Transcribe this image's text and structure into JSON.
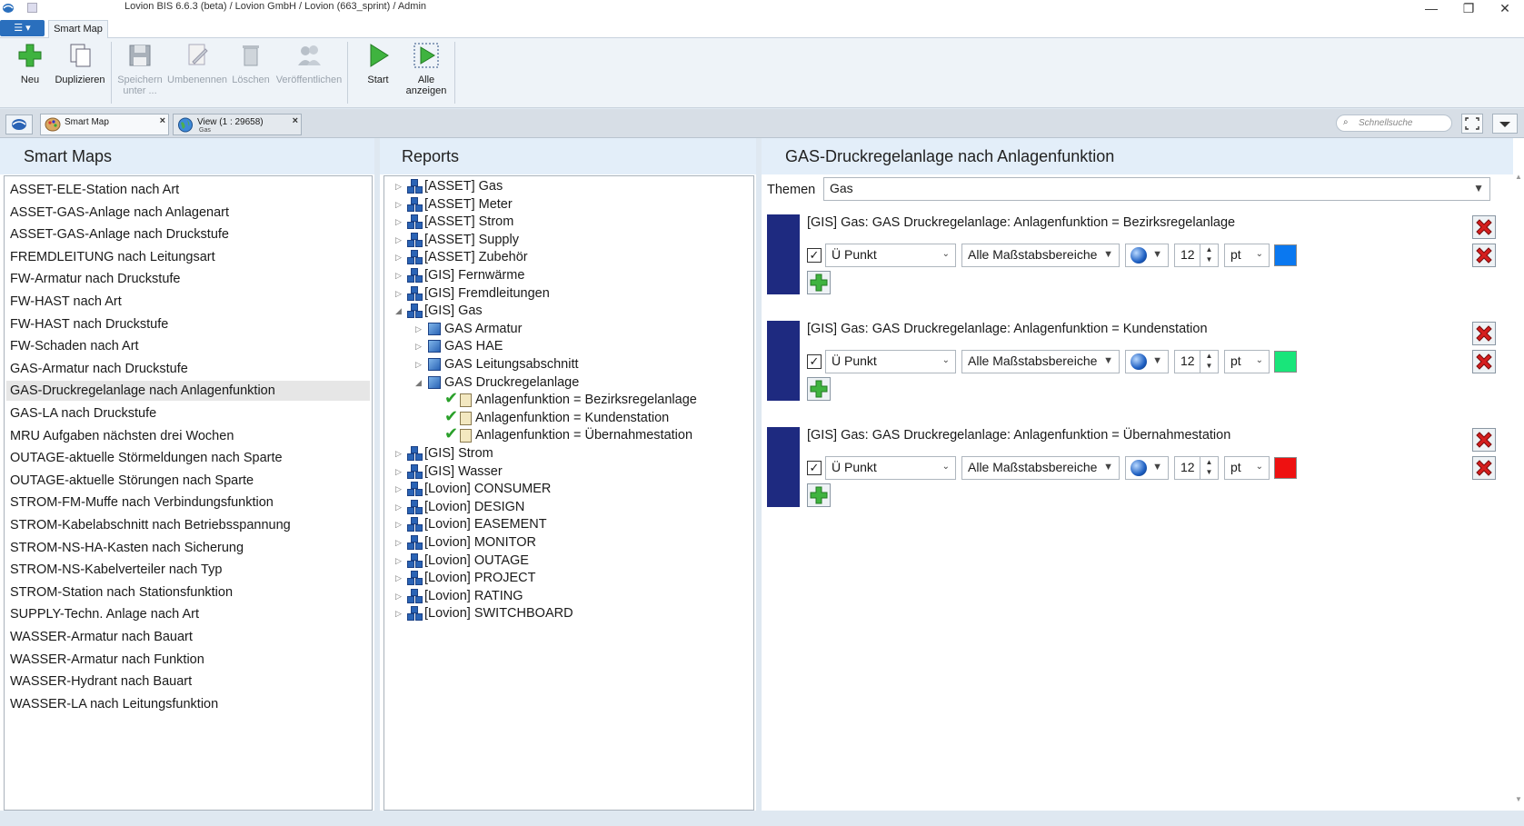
{
  "window": {
    "title": "Lovion BIS 6.6.3 (beta) / Lovion GmbH / Lovion (663_sprint) / Admin",
    "minimize": "—",
    "restore": "❐",
    "close": "✕"
  },
  "ribbon": {
    "app_menu": "☰ ▾",
    "tab": "Smart Map",
    "buttons": {
      "neu": "Neu",
      "duplizieren": "Duplizieren",
      "speichern_l1": "Speichern",
      "speichern_l2": "unter ...",
      "umbenennen": "Umbenennen",
      "loeschen": "Löschen",
      "veroeffentlichen": "Veröffentlichen",
      "start": "Start",
      "alle_l1": "Alle",
      "alle_l2": "anzeigen"
    }
  },
  "doctabs": {
    "tab1": "Smart Map",
    "tab2": "View (1 : 29658)",
    "tab2_sub": "Gas",
    "close": "×",
    "search_placeholder": "Schnellsuche"
  },
  "smart_maps": {
    "header": "Smart Maps",
    "items": [
      "ASSET-ELE-Station nach Art",
      "ASSET-GAS-Anlage nach Anlagenart",
      "ASSET-GAS-Anlage nach Druckstufe",
      "FREMDLEITUNG nach Leitungsart",
      "FW-Armatur nach Druckstufe",
      "FW-HAST nach Art",
      "FW-HAST nach Druckstufe",
      "FW-Schaden nach Art",
      "GAS-Armatur nach Druckstufe",
      "GAS-Druckregelanlage nach Anlagenfunktion",
      "GAS-LA nach Druckstufe",
      "MRU Aufgaben nächsten drei Wochen",
      "OUTAGE-aktuelle Störmeldungen nach Sparte",
      "OUTAGE-aktuelle Störungen nach Sparte",
      "STROM-FM-Muffe nach Verbindungsfunktion",
      "STROM-Kabelabschnitt nach Betriebsspannung",
      "STROM-NS-HA-Kasten nach Sicherung",
      "STROM-NS-Kabelverteiler nach Typ",
      "STROM-Station nach Stationsfunktion",
      "SUPPLY-Techn. Anlage nach Art",
      "WASSER-Armatur nach Bauart",
      "WASSER-Armatur nach Funktion",
      "WASSER-Hydrant nach Bauart",
      "WASSER-LA nach Leitungsfunktion"
    ],
    "selected_index": 9
  },
  "reports": {
    "header": "Reports",
    "nodes": [
      {
        "label": "[ASSET] Gas",
        "level": 0,
        "arrow": "▷"
      },
      {
        "label": "[ASSET] Meter",
        "level": 0,
        "arrow": "▷"
      },
      {
        "label": "[ASSET] Strom",
        "level": 0,
        "arrow": "▷"
      },
      {
        "label": "[ASSET] Supply",
        "level": 0,
        "arrow": "▷"
      },
      {
        "label": "[ASSET] Zubehör",
        "level": 0,
        "arrow": "▷"
      },
      {
        "label": "[GIS] Fernwärme",
        "level": 0,
        "arrow": "▷"
      },
      {
        "label": "[GIS] Fremdleitungen",
        "level": 0,
        "arrow": "▷"
      },
      {
        "label": "[GIS] Gas",
        "level": 0,
        "arrow": "◢"
      },
      {
        "label": "GAS Armatur",
        "level": 1,
        "arrow": "▷"
      },
      {
        "label": "GAS HAE",
        "level": 1,
        "arrow": "▷"
      },
      {
        "label": "GAS Leitungsabschnitt",
        "level": 1,
        "arrow": "▷"
      },
      {
        "label": "GAS Druckregelanlage",
        "level": 1,
        "arrow": "◢"
      },
      {
        "label": "Anlagenfunktion = Bezirksregelanlage",
        "level": 2,
        "arrow": ""
      },
      {
        "label": "Anlagenfunktion = Kundenstation",
        "level": 2,
        "arrow": ""
      },
      {
        "label": "Anlagenfunktion = Übernahmestation",
        "level": 2,
        "arrow": ""
      },
      {
        "label": "[GIS] Strom",
        "level": 0,
        "arrow": "▷"
      },
      {
        "label": "[GIS] Wasser",
        "level": 0,
        "arrow": "▷"
      },
      {
        "label": "[Lovion] CONSUMER",
        "level": 0,
        "arrow": "▷"
      },
      {
        "label": "[Lovion] DESIGN",
        "level": 0,
        "arrow": "▷"
      },
      {
        "label": "[Lovion] EASEMENT",
        "level": 0,
        "arrow": "▷"
      },
      {
        "label": "[Lovion] MONITOR",
        "level": 0,
        "arrow": "▷"
      },
      {
        "label": "[Lovion] OUTAGE",
        "level": 0,
        "arrow": "▷"
      },
      {
        "label": "[Lovion] PROJECT",
        "level": 0,
        "arrow": "▷"
      },
      {
        "label": "[Lovion] RATING",
        "level": 0,
        "arrow": "▷"
      },
      {
        "label": "[Lovion] SWITCHBOARD",
        "level": 0,
        "arrow": "▷"
      }
    ]
  },
  "detail": {
    "header": "GAS-Druckregelanlage nach Anlagenfunktion",
    "themen_label": "Themen",
    "themen_value": "Gas",
    "layers": [
      {
        "title": "[GIS] Gas: GAS Druckregelanlage: Anlagenfunktion = Bezirksregelanlage",
        "symbol_type": "Ü Punkt",
        "scale_range": "Alle Maßstabsbereiche",
        "size": "12",
        "unit": "pt",
        "color": "#0a78f0",
        "swatch": "#1e2a80"
      },
      {
        "title": "[GIS] Gas: GAS Druckregelanlage: Anlagenfunktion = Kundenstation",
        "symbol_type": "Ü Punkt",
        "scale_range": "Alle Maßstabsbereiche",
        "size": "12",
        "unit": "pt",
        "color": "#19e57a",
        "swatch": "#1e2a80"
      },
      {
        "title": "[GIS] Gas: GAS Druckregelanlage: Anlagenfunktion = Übernahmestation",
        "symbol_type": "Ü Punkt",
        "scale_range": "Alle Maßstabsbereiche",
        "size": "12",
        "unit": "pt",
        "color": "#ee1111",
        "swatch": "#1e2a80"
      }
    ]
  }
}
